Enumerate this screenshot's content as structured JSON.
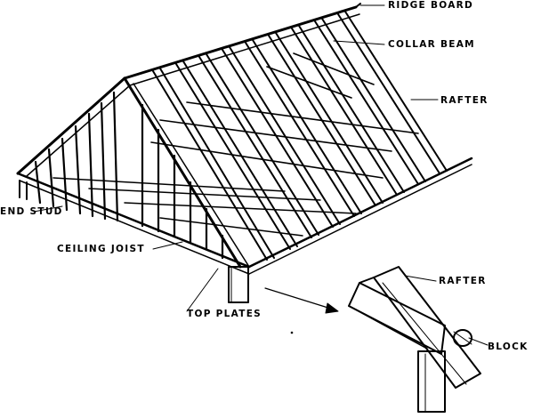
{
  "labels": {
    "ridge_board": "RIDGE BOARD",
    "collar_beam": "COLLAR BEAM",
    "rafter_main": "RAFTER",
    "end_stud": "END STUD",
    "ceiling_joist": "CEILING JOIST",
    "top_plates": "TOP PLATES",
    "rafter_detail": "RAFTER",
    "block": "BLOCK"
  },
  "colors": {
    "ink": "#000000",
    "paper": "#ffffff"
  }
}
